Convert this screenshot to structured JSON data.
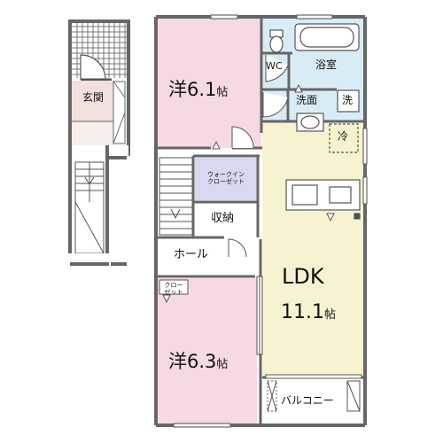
{
  "rooms": {
    "western_upper": {
      "label": "洋6.1",
      "unit": "帖"
    },
    "western_lower": {
      "label": "洋6.3",
      "unit": "帖"
    },
    "ldk": {
      "title": "LDK",
      "size": "11.1",
      "unit": "帖"
    },
    "walk_in_closet": {
      "line1": "ウォークイン",
      "line2": "クローゼット"
    },
    "storage": "収納",
    "hall": "ホール",
    "closet": {
      "line1": "クロー",
      "line2": "ゼット"
    },
    "wc": "WC",
    "bath": "浴室",
    "washroom": "洗面",
    "washer": "洗",
    "fridge": "冷",
    "entrance": "玄関",
    "balcony": "バルコニー"
  },
  "colors": {
    "wall": "#666666",
    "western_room": "#f6d9e4",
    "ldk": "#f7f3d1",
    "wet_area": "#d8ecf5",
    "walk_in_closet": "#d7d9f2",
    "entrance": "#f1e0dc",
    "floor_white": "#ffffff"
  }
}
